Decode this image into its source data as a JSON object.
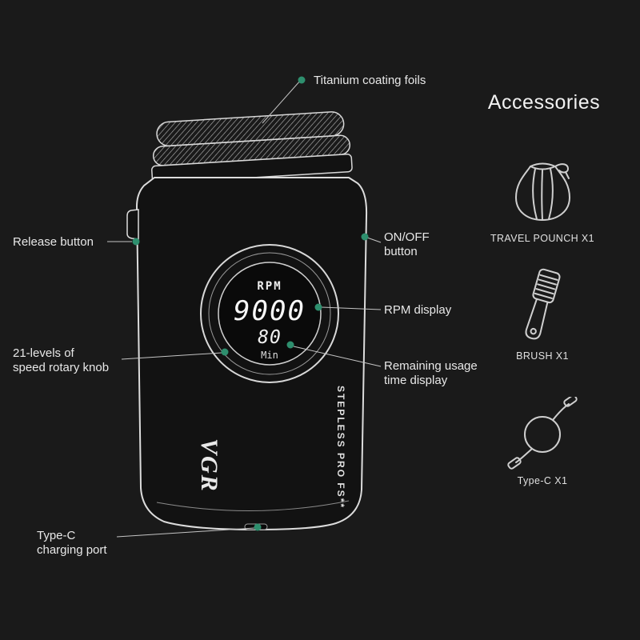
{
  "colors": {
    "background": "#1a1a1a",
    "accent_dot": "#2e8f6e",
    "callout_line": "#c4c4c4",
    "outline": "#dcdcdc",
    "text": "#e8e8e8"
  },
  "callouts": {
    "titanium": {
      "label": "Titanium coating foils"
    },
    "release": {
      "label": "Release button"
    },
    "onoff": {
      "line1": "ON/OFF",
      "line2": "button"
    },
    "rpm": {
      "label": "RPM display"
    },
    "remaining": {
      "line1": "Remaining usage",
      "line2": "time display"
    },
    "knob": {
      "line1": "21-levels of",
      "line2": "speed rotary knob"
    },
    "typec": {
      "line1": "Type-C",
      "line2": "charging port"
    }
  },
  "display": {
    "rpm_label": "RPM",
    "rpm_value": "9000",
    "time_value": "80",
    "time_unit": "Min"
  },
  "device": {
    "brand": "VGR",
    "model_text": "STEPLESS PRO FS**"
  },
  "accessories": {
    "heading": "Accessories",
    "items": [
      {
        "name": "travel-pouch-icon",
        "label": "TRAVEL POUNCH X1"
      },
      {
        "name": "brush-icon",
        "label": "BRUSH X1"
      },
      {
        "name": "type-c-cable-icon",
        "label": "Type-C X1"
      }
    ]
  }
}
